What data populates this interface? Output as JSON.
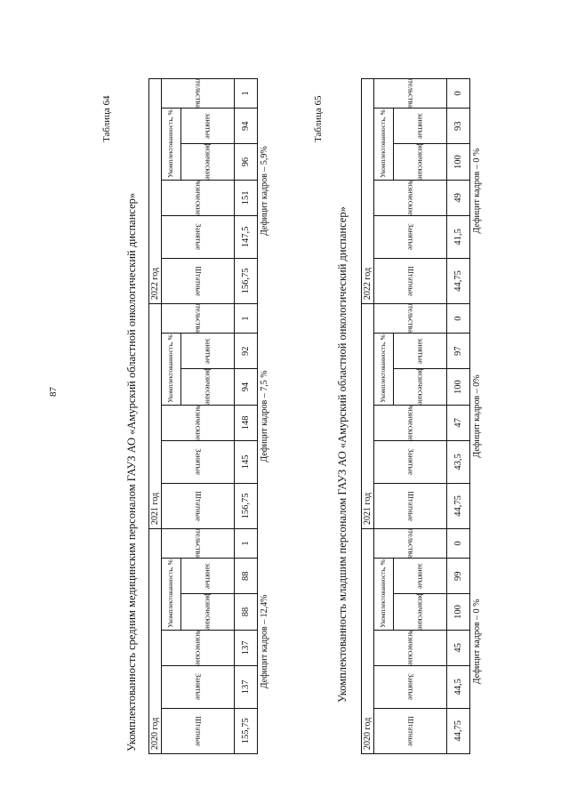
{
  "page_number": "87",
  "tables": [
    {
      "label": "Таблица 64",
      "title": "Укомплектованность средним медицинским персоналом ГАУЗ АО «Амурский областной онкологический диспансер»",
      "col_headers": {
        "shtatnye": "Штатные",
        "zanyatye": "Занятые",
        "fizicheskie": "Физические",
        "ukompl": "Укомплектованность, %",
        "fiz_lower": "физические",
        "zan_lower": "занятые",
        "koef": "Коэффициент совместительства"
      },
      "years": [
        {
          "year": "2020 год",
          "values": [
            "155,75",
            "137",
            "137",
            "88",
            "88",
            "1"
          ],
          "deficit": "Дефицит кадров – 12,4%"
        },
        {
          "year": "2021 год",
          "values": [
            "156,75",
            "145",
            "148",
            "94",
            "92",
            "1"
          ],
          "deficit": "Дефицит кадров – 7,5 %"
        },
        {
          "year": "2022 год",
          "values": [
            "156,75",
            "147,5",
            "151",
            "96",
            "94",
            "1"
          ],
          "deficit": "Дефицит кадров – 5,9%"
        }
      ]
    },
    {
      "label": "Таблица 65",
      "title": "Укомплектованность младшим персоналом ГАУЗ АО «Амурский областной онкологический диспансер»",
      "col_headers": {
        "shtatnye": "Штатные",
        "zanyatye": "Занятые",
        "fizicheskie": "Физические",
        "ukompl": "Укомплектованность, %",
        "fiz_lower": "физические",
        "zan_lower": "занятые",
        "koef": "Коэффициент совместительства"
      },
      "years": [
        {
          "year": "2020 год",
          "values": [
            "44,75",
            "44,5",
            "45",
            "100",
            "99",
            "0"
          ],
          "deficit": "Дефицит кадров – 0 %"
        },
        {
          "year": "2021 год",
          "values": [
            "44,75",
            "43,5",
            "47",
            "100",
            "97",
            "0"
          ],
          "deficit": "Дефицит кадров – 0%"
        },
        {
          "year": "2022 год",
          "values": [
            "44,75",
            "41,5",
            "49",
            "100",
            "93",
            "0"
          ],
          "deficit": "Дефицит кадров – 0 %"
        }
      ]
    }
  ]
}
